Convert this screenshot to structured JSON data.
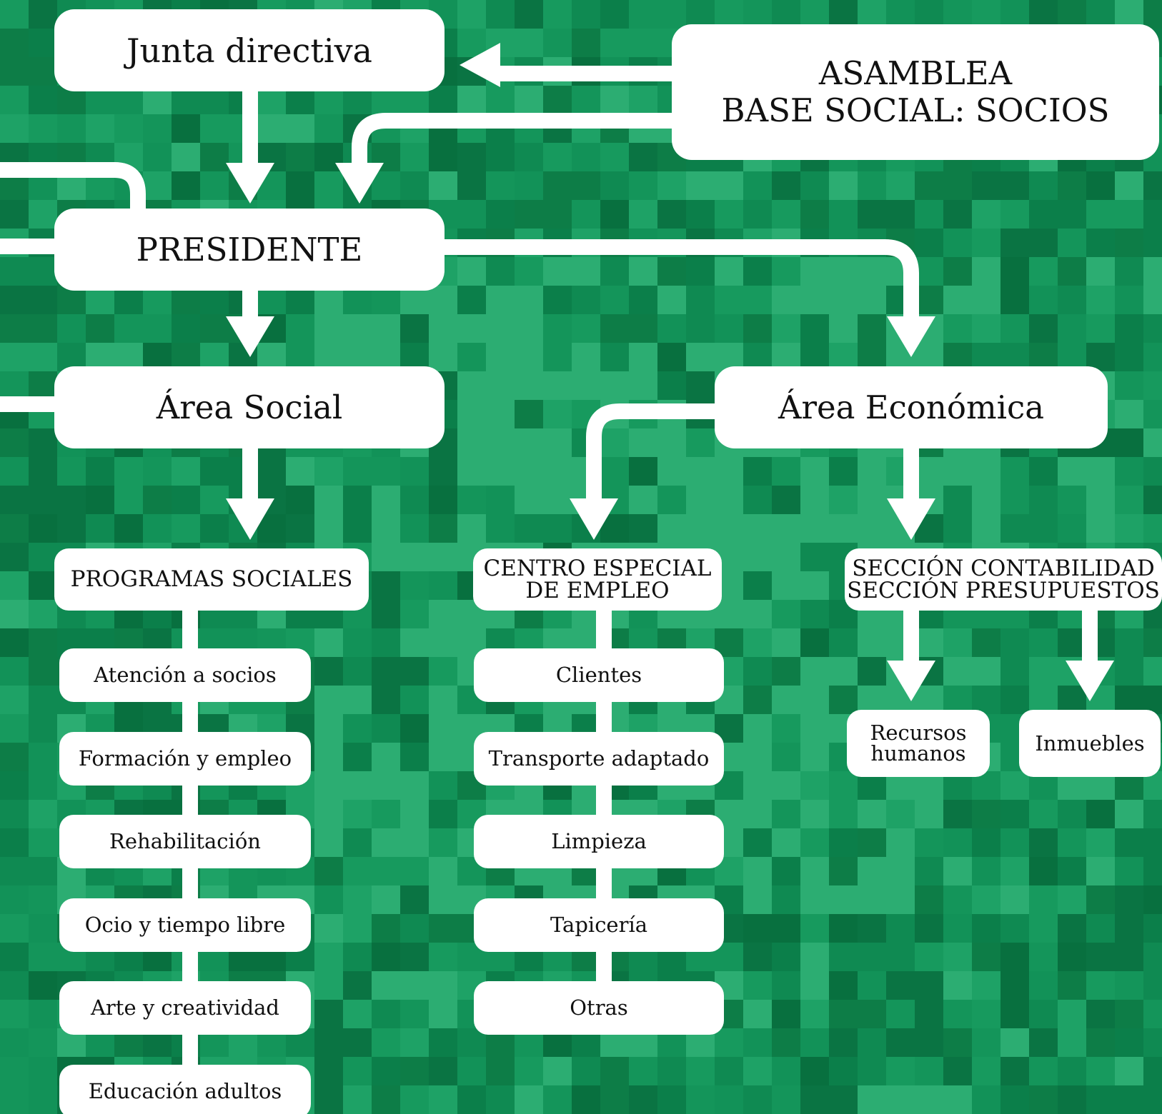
{
  "colors": {
    "background": "#0f8a52",
    "background_light": "#3fb77a",
    "background_dark": "#07683d",
    "box_fill": "#ffffff",
    "connector": "#ffffff",
    "text": "#111111"
  },
  "nodes": {
    "junta": "Junta directiva",
    "asamblea": "ASAMBLEA\nBASE SOCIAL: SOCIOS",
    "presidente": "PRESIDENTE",
    "area_social": "Área Social",
    "area_economica": "Área Económica",
    "programas": "PROGRAMAS SOCIALES",
    "centro": "CENTRO ESPECIAL\nDE EMPLEO",
    "seccion": "SECCIÓN CONTABILIDAD\nSECCIÓN PRESUPUESTOS",
    "recursos": "Recursos\nhumanos",
    "inmuebles": "Inmuebles"
  },
  "programas_items": [
    "Atención a socios",
    "Formación y empleo",
    "Rehabilitación",
    "Ocio y tiempo libre",
    "Arte y creatividad",
    "Educación adultos"
  ],
  "centro_items": [
    "Clientes",
    "Transporte adaptado",
    "Limpieza",
    "Tapicería",
    "Otras"
  ]
}
